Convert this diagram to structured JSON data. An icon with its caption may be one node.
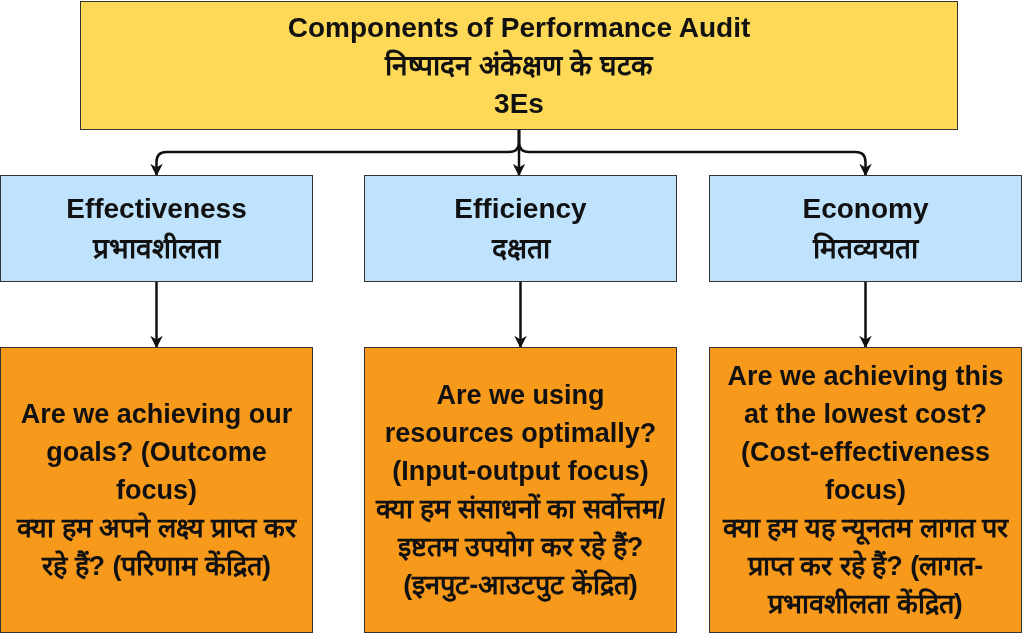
{
  "diagram": {
    "nodes": [
      {
        "text": [
          "Components of Performance Audit",
          "निष्पादन अंकेक्षण के घटक",
          "3Es"
        ]
      },
      {
        "text": [
          "Effectiveness",
          "प्रभावशीलता"
        ]
      },
      {
        "text": [
          "Efficiency",
          "दक्षता"
        ]
      },
      {
        "text": [
          "Economy",
          "मितव्ययता"
        ]
      },
      {
        "text": [
          "Are we achieving our goals? (Outcome focus)",
          "क्या हम अपने लक्ष्य प्राप्त कर रहे हैं? (परिणाम केंद्रित)"
        ]
      },
      {
        "text": [
          "Are we using resources optimally? (Input-output focus)",
          "क्या हम संसाधनों का सर्वोत्तम/इष्टतम उपयोग कर रहे हैं? (इनपुट-आउटपुट केंद्रित)"
        ]
      },
      {
        "text": [
          "Are we achieving this at the lowest cost? (Cost-effectiveness focus)",
          "क्या हम यह न्यूनतम लागत पर प्राप्त कर रहे हैं? (लागत-प्रभावशीलता केंद्रित)"
        ]
      }
    ],
    "edges": [
      {
        "from": 0,
        "to": 1,
        "arrow": "to"
      },
      {
        "from": 0,
        "to": 2,
        "arrow": "to"
      },
      {
        "from": 0,
        "to": 3,
        "arrow": "to"
      },
      {
        "from": 1,
        "to": 4,
        "arrow": "to"
      },
      {
        "from": 2,
        "to": 5,
        "arrow": "to"
      },
      {
        "from": 3,
        "to": 6,
        "arrow": "to"
      }
    ]
  }
}
